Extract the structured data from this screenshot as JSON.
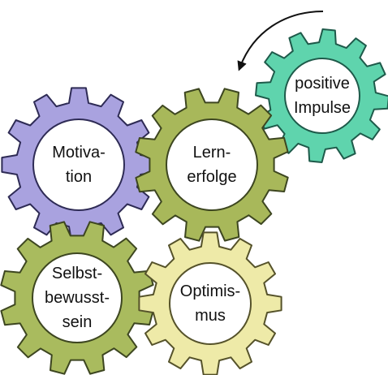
{
  "gears": [
    {
      "id": "positive-impulse",
      "lines": [
        "positive",
        "Impulse"
      ],
      "fill": "#5fd4ad",
      "stroke": "#1e5a4a"
    },
    {
      "id": "motivation",
      "lines": [
        "Motiva-",
        "tion"
      ],
      "fill": "#a9a2df",
      "stroke": "#2e2b55"
    },
    {
      "id": "lernerfolge",
      "lines": [
        "Lern-",
        "erfolge"
      ],
      "fill": "#a8b85a",
      "stroke": "#3d4620"
    },
    {
      "id": "selbstbewusstsein",
      "lines": [
        "Selbst-",
        "bewusst-",
        "sein"
      ],
      "fill": "#a9bb5e",
      "stroke": "#3d4620"
    },
    {
      "id": "optimismus",
      "lines": [
        "Optimis-",
        "mus"
      ],
      "fill": "#eeeaa8",
      "stroke": "#55522a"
    }
  ],
  "arrow": {
    "direction": "counterclockwise",
    "color": "#111111"
  }
}
